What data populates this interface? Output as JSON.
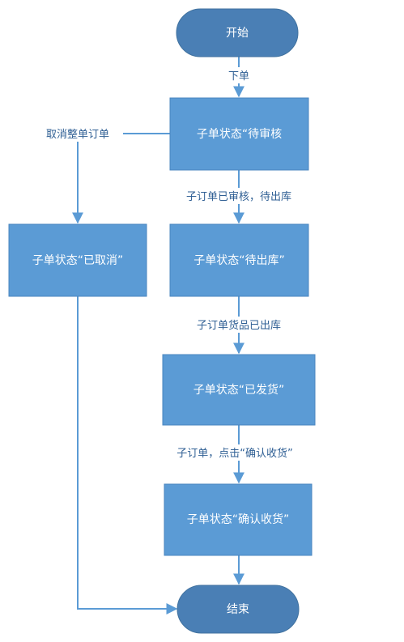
{
  "colors": {
    "node_fill": "#5b9bd5",
    "node_stroke": "#4a86bf",
    "terminal_fill": "#4a7fb5",
    "line": "#5b9bd5",
    "label": "#2f5f94"
  },
  "nodes": {
    "start": "开始",
    "pending_review": "子单状态“待审核",
    "cancelled": "子单状态“已取消”",
    "pending_shipment": "子单状态“待出库”",
    "shipped": "子单状态“已发货”",
    "confirmed_receipt": "子单状态“确认收货”",
    "end": "结束"
  },
  "edges": {
    "place_order": "下单",
    "cancel_whole_order": "取消整单订单",
    "reviewed_pending_shipment": "子订单已审核，待出库",
    "goods_shipped": "子订单货品已出库",
    "click_confirm_receipt": "子订单，点击“确认收货”"
  }
}
